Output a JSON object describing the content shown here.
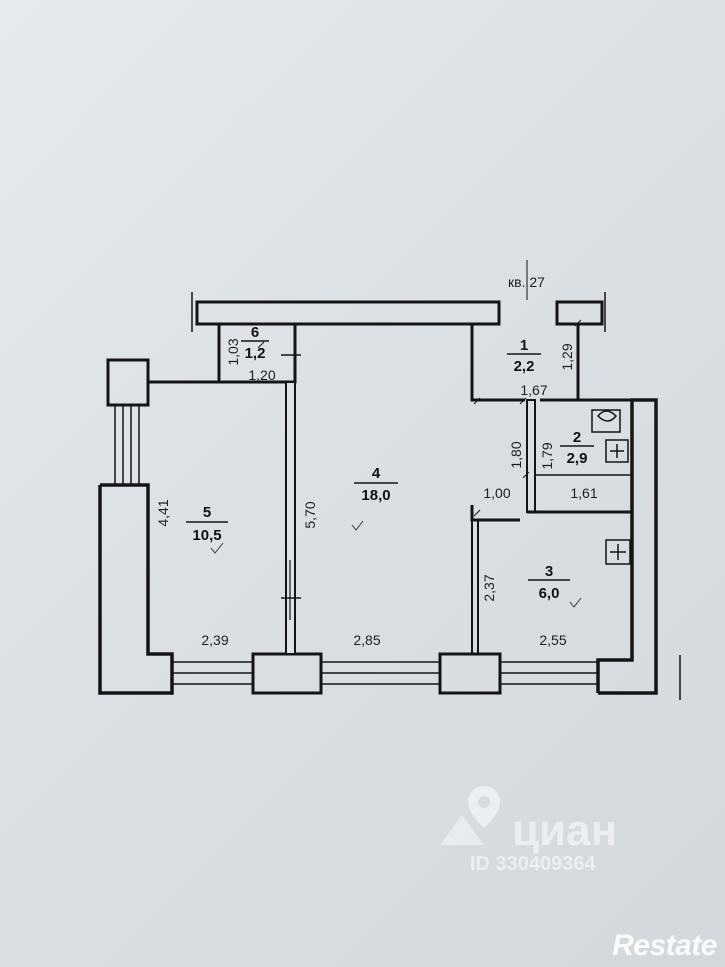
{
  "apartment_label": "кв. 27",
  "rooms": [
    {
      "number": "1",
      "area": "2,2"
    },
    {
      "number": "2",
      "area": "2,9"
    },
    {
      "number": "3",
      "area": "6,0"
    },
    {
      "number": "4",
      "area": "18,0"
    },
    {
      "number": "5",
      "area": "10,5"
    },
    {
      "number": "6",
      "area": "1,2"
    }
  ],
  "dimensions": {
    "d_1_03": "1,03",
    "d_1_20": "1,20",
    "d_1_29": "1,29",
    "d_1_67": "1,67",
    "d_1_80": "1,80",
    "d_1_79": "1,79",
    "d_1_61": "1,61",
    "d_1_00": "1,00",
    "d_4_41": "4,41",
    "d_5_70": "5,70",
    "d_2_37": "2,37",
    "d_2_39": "2,39",
    "d_2_85": "2,85",
    "d_2_55": "2,55"
  },
  "watermark": {
    "brand": "циан",
    "id": "ID 330409364"
  },
  "corner_brand": "Restate",
  "colors": {
    "wall": "#141414",
    "line": "#1a1a1a",
    "paper": "#dde2e6"
  }
}
